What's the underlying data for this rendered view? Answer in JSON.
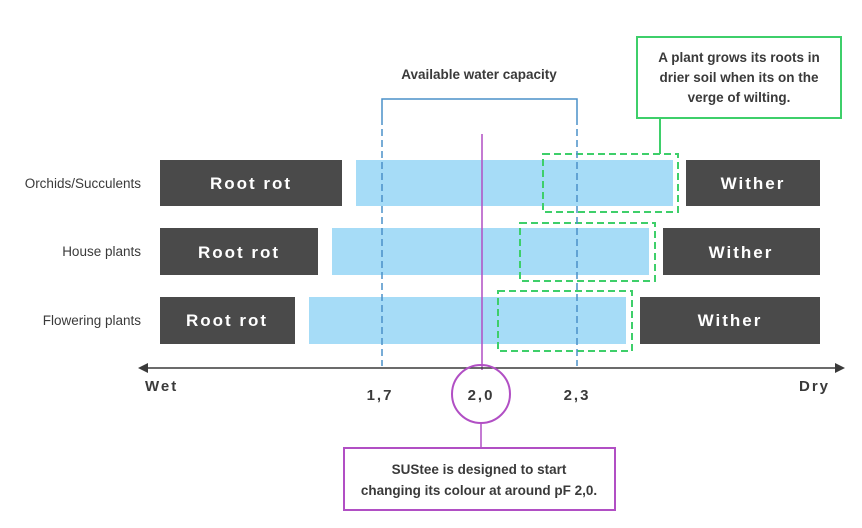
{
  "header": {
    "capacity_label": "Available water capacity"
  },
  "note_roots": {
    "lines": [
      "A plant grows its roots in",
      "drier soil when its on the",
      "verge of wilting."
    ]
  },
  "note_sustee": {
    "lines": [
      "SUStee is designed to start",
      "changing its colour at around pF 2,0."
    ]
  },
  "rows": [
    {
      "label": "Orchids/Succulents",
      "root_rot": "Root rot",
      "wither": "Wither"
    },
    {
      "label": "House plants",
      "root_rot": "Root rot",
      "wither": "Wither"
    },
    {
      "label": "Flowering plants",
      "root_rot": "Root rot",
      "wither": "Wither"
    }
  ],
  "axis": {
    "left_label": "Wet",
    "right_label": "Dry",
    "ticks": [
      "1,7",
      "2,0",
      "2,3"
    ]
  },
  "colors": {
    "dark_bar": "#4a4a4a",
    "water_bar": "#a6dcf7",
    "capacity_bracket": "#4a90c8",
    "green_dash": "#3ecf6a",
    "purple": "#b14fc4",
    "axis": "#3a3a3a"
  }
}
